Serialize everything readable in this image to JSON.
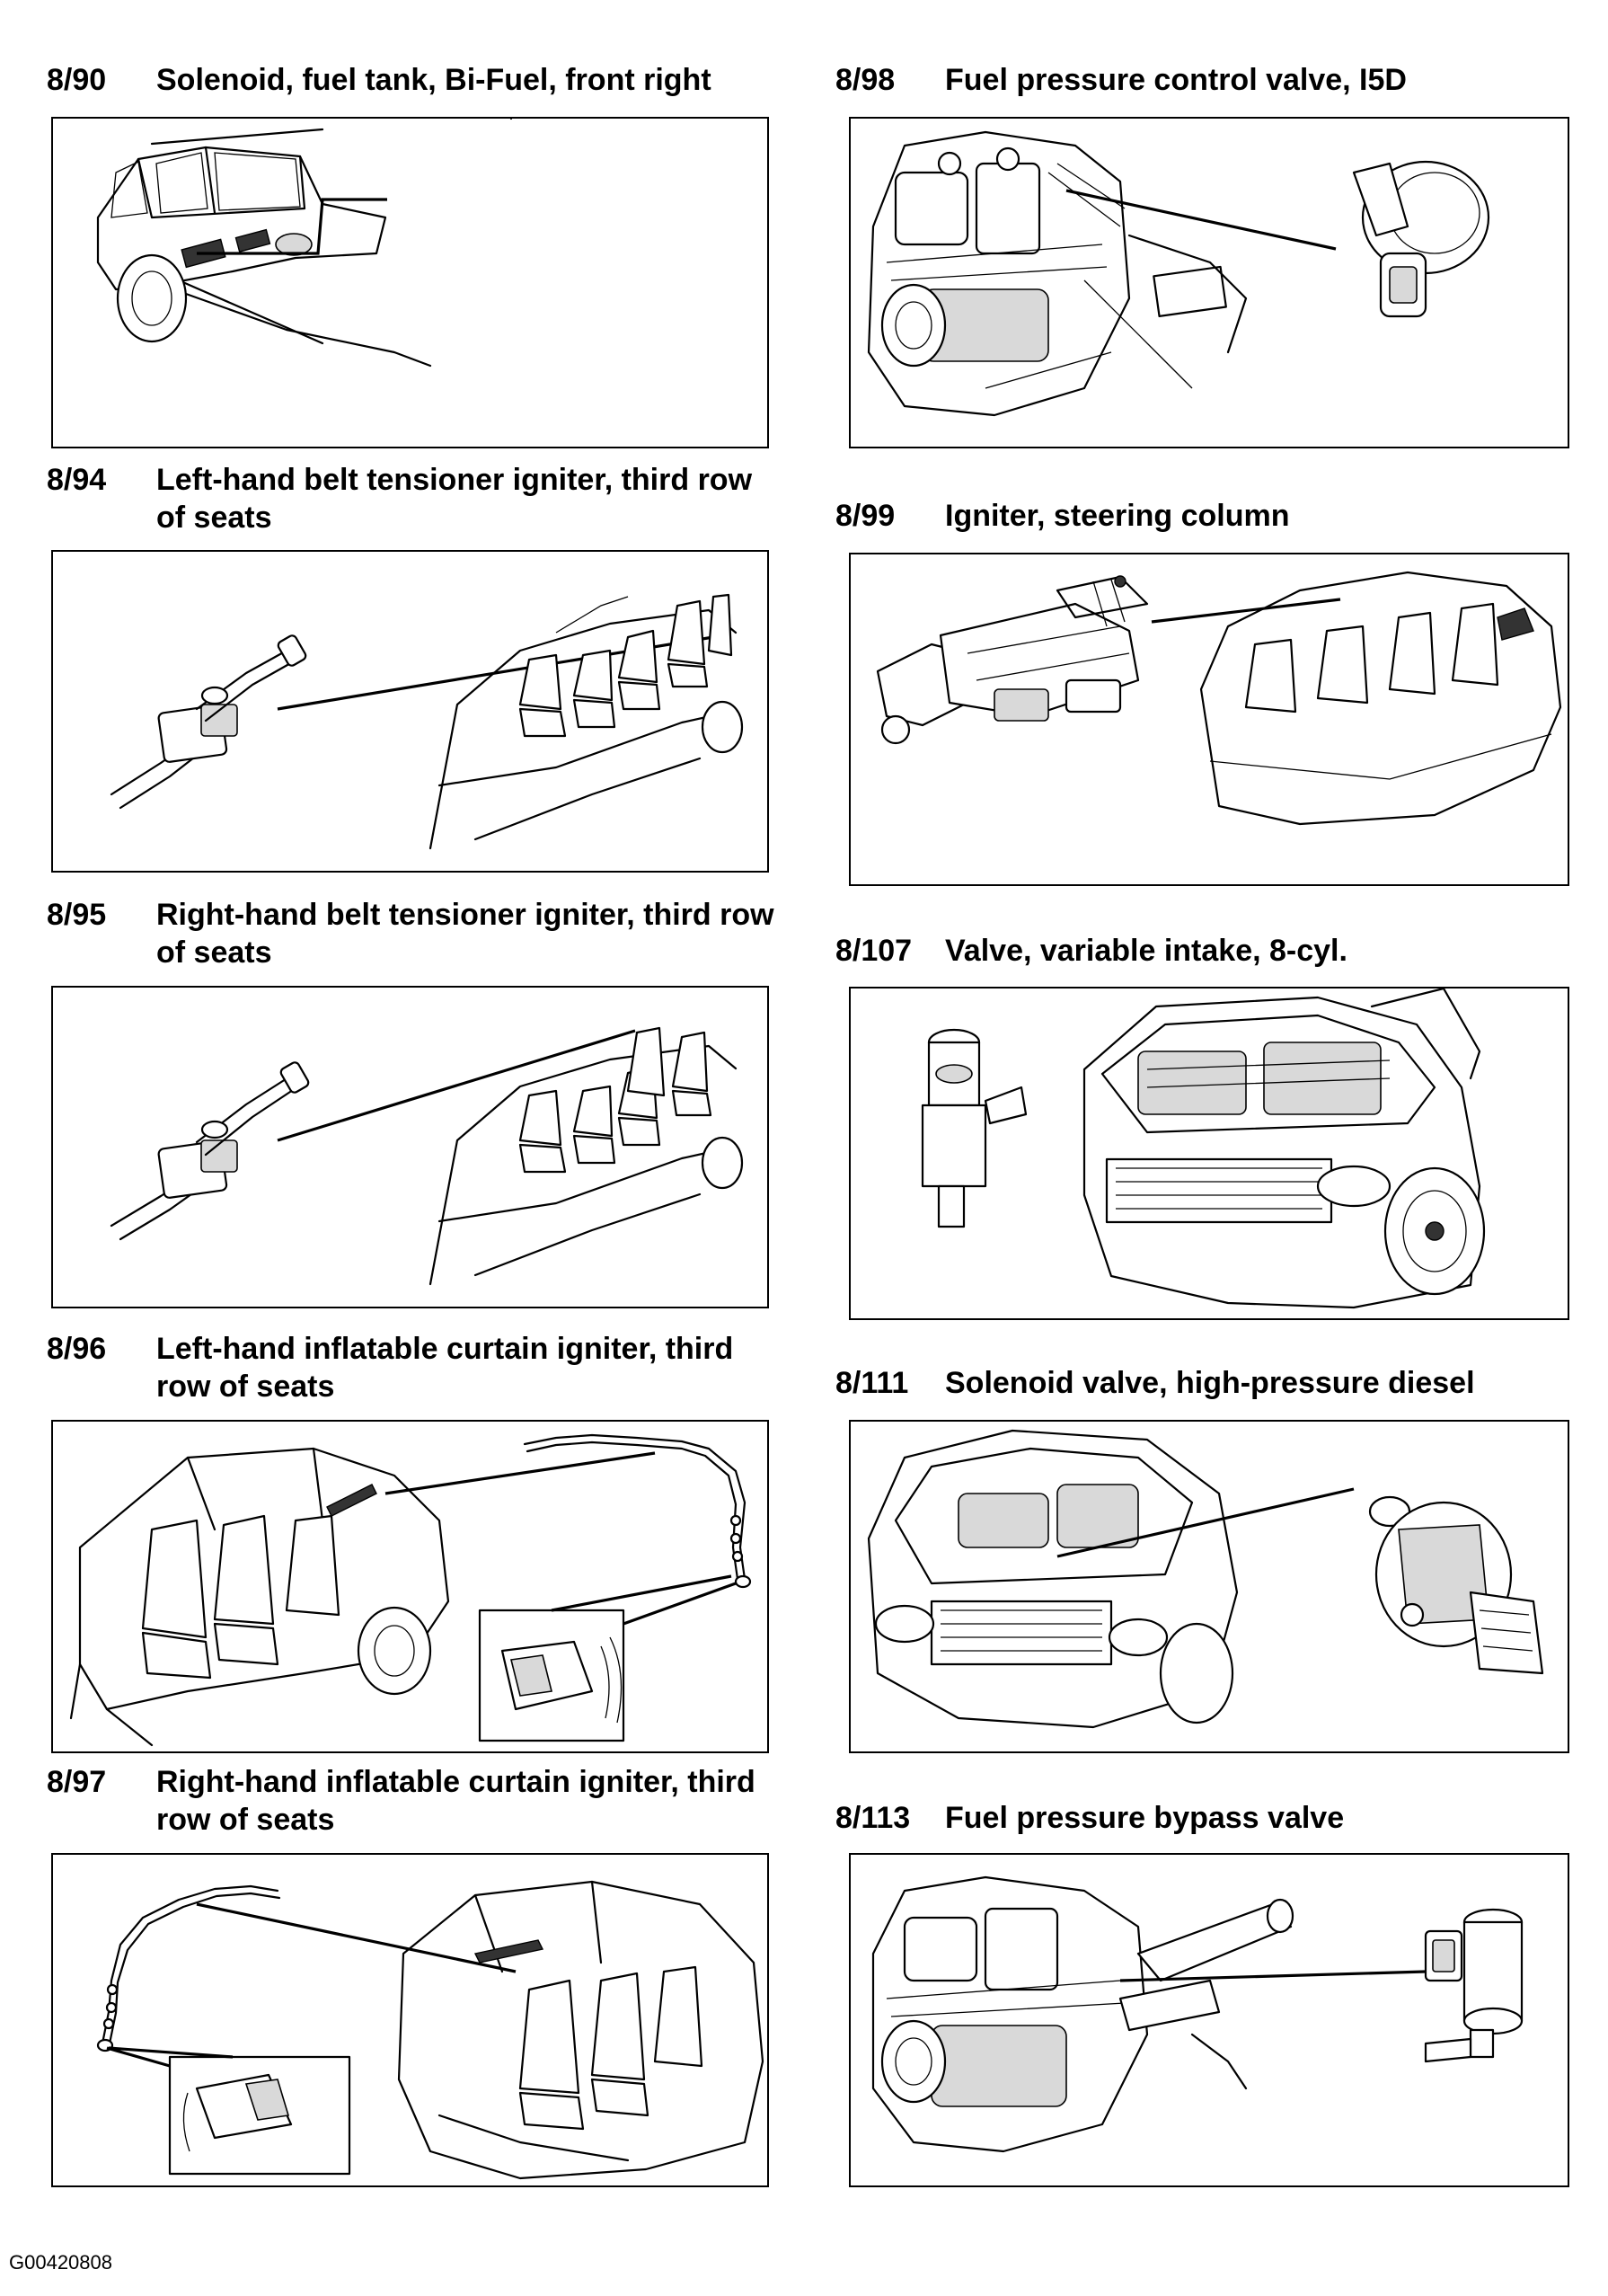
{
  "entries": {
    "e890": {
      "code": "8/90",
      "title": "Solenoid, fuel tank, Bi-Fuel, front right"
    },
    "e894": {
      "code": "8/94",
      "title": "Left-hand belt tensioner igniter, third row of seats"
    },
    "e895": {
      "code": "8/95",
      "title": "Right-hand belt tensioner igniter, third row of seats"
    },
    "e896": {
      "code": "8/96",
      "title": "Left-hand inflatable curtain igniter, third row of seats"
    },
    "e897": {
      "code": "8/97",
      "title": "Right-hand inflatable curtain igniter, third row of seats"
    },
    "e898": {
      "code": "8/98",
      "title": "Fuel pressure control valve, I5D"
    },
    "e899": {
      "code": "8/99",
      "title": "Igniter, steering column"
    },
    "e8107": {
      "code": "8/107",
      "title": "Valve, variable intake, 8-cyl."
    },
    "e8111": {
      "code": "8/111",
      "title": "Solenoid valve, high-pressure diesel"
    },
    "e8113": {
      "code": "8/113",
      "title": "Fuel pressure bypass valve"
    }
  },
  "footer": {
    "figure_id": "G00420808"
  }
}
